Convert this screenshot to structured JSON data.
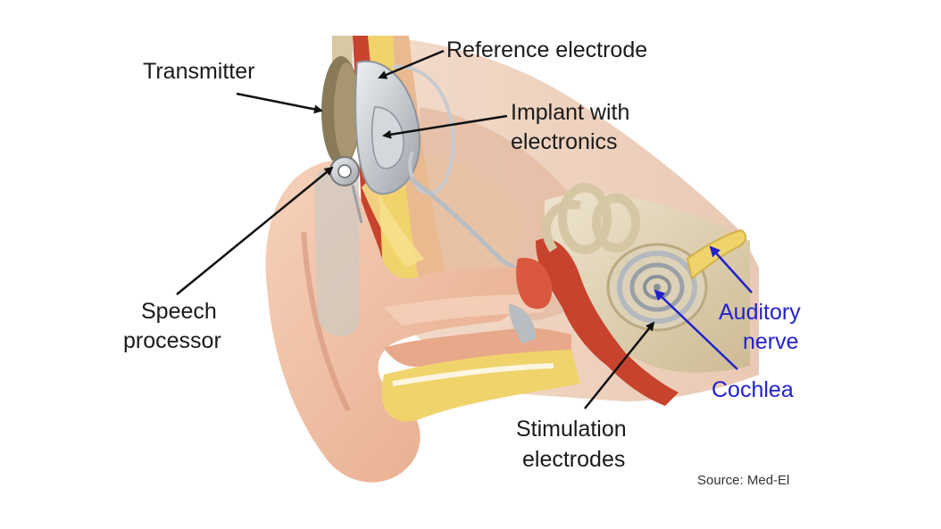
{
  "labels": {
    "transmitter": "Transmitter",
    "reference_electrode": "Reference electrode",
    "implant_line1": "Implant with",
    "implant_line2": "electronics",
    "speech_line1": "Speech",
    "speech_line2": "processor",
    "auditory_line1": "Auditory",
    "auditory_line2": "nerve",
    "cochlea": "Cochlea",
    "stim_line1": "Stimulation",
    "stim_line2": "electrodes"
  },
  "source": "Source: Med-El",
  "colors": {
    "label_text": "#1a1a1a",
    "anatomy_label_text": "#2222cc",
    "pointer_black": "#111111",
    "pointer_blue": "#2222cc",
    "skin": "#f0c4a8",
    "muscle_red": "#c8432e",
    "fat_yellow": "#f1d36c",
    "bone": "#d6c7a4",
    "implant_grey": "#bfc3c8"
  },
  "icons": [
    "ear-illustration",
    "cochlear-implant-device"
  ]
}
